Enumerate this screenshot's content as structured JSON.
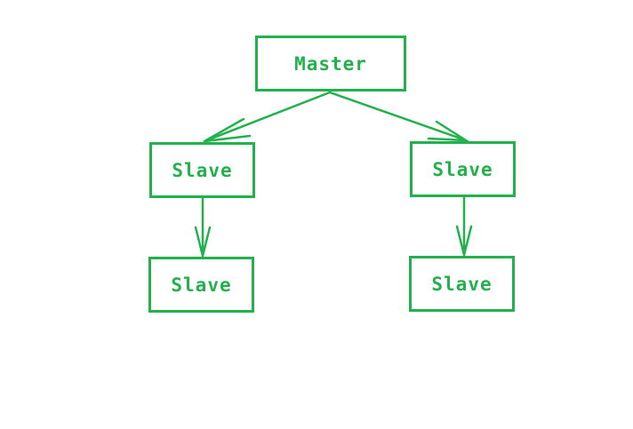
{
  "colors": {
    "stroke": "#22b14c",
    "text": "#22b14c",
    "background": "#ffffff"
  },
  "nodes": [
    {
      "id": "master",
      "label": "Master"
    },
    {
      "id": "slave-1",
      "label": "Slave"
    },
    {
      "id": "slave-2",
      "label": "Slave"
    },
    {
      "id": "slave-3",
      "label": "Slave"
    },
    {
      "id": "slave-4",
      "label": "Slave"
    }
  ],
  "edges": [
    {
      "from": "master",
      "to": "slave-1"
    },
    {
      "from": "master",
      "to": "slave-2"
    },
    {
      "from": "slave-1",
      "to": "slave-3"
    },
    {
      "from": "slave-2",
      "to": "slave-4"
    }
  ]
}
